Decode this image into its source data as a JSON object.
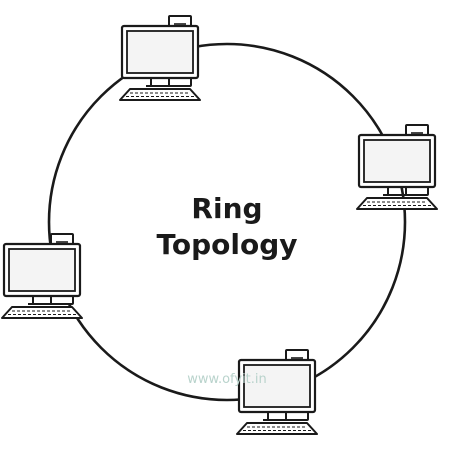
{
  "diagram": {
    "title_line1": "Ring",
    "title_line2": "Topology",
    "watermark": "www.ofyit.in",
    "nodes": [
      {
        "name": "computer-top"
      },
      {
        "name": "computer-right"
      },
      {
        "name": "computer-bottom"
      },
      {
        "name": "computer-left"
      }
    ],
    "colors": {
      "stroke": "#1a1a1a",
      "screen": "#f4f4f4",
      "background": "#ffffff",
      "watermark": "#b9d3cc"
    },
    "icons": {
      "node": "desktop-computer-icon",
      "link": "ring-cable"
    }
  }
}
